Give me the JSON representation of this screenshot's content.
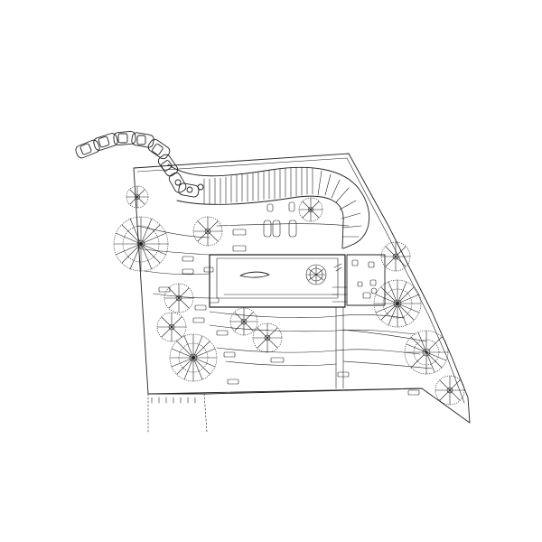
{
  "drawing": {
    "title": "",
    "ink_color": "#222222",
    "background": "#ffffff",
    "style": "hand-drawn site plan (no visible labels)"
  },
  "features": [
    {
      "id": "driveway",
      "icon": "curved-driveway"
    },
    {
      "id": "parked-cars",
      "icon": "car-icon"
    },
    {
      "id": "main-building",
      "icon": "building-outline"
    },
    {
      "id": "round-table",
      "icon": "round-table-icon"
    },
    {
      "id": "trees",
      "icon": "tree-canopy"
    },
    {
      "id": "stepping-stones",
      "icon": "paver"
    }
  ]
}
